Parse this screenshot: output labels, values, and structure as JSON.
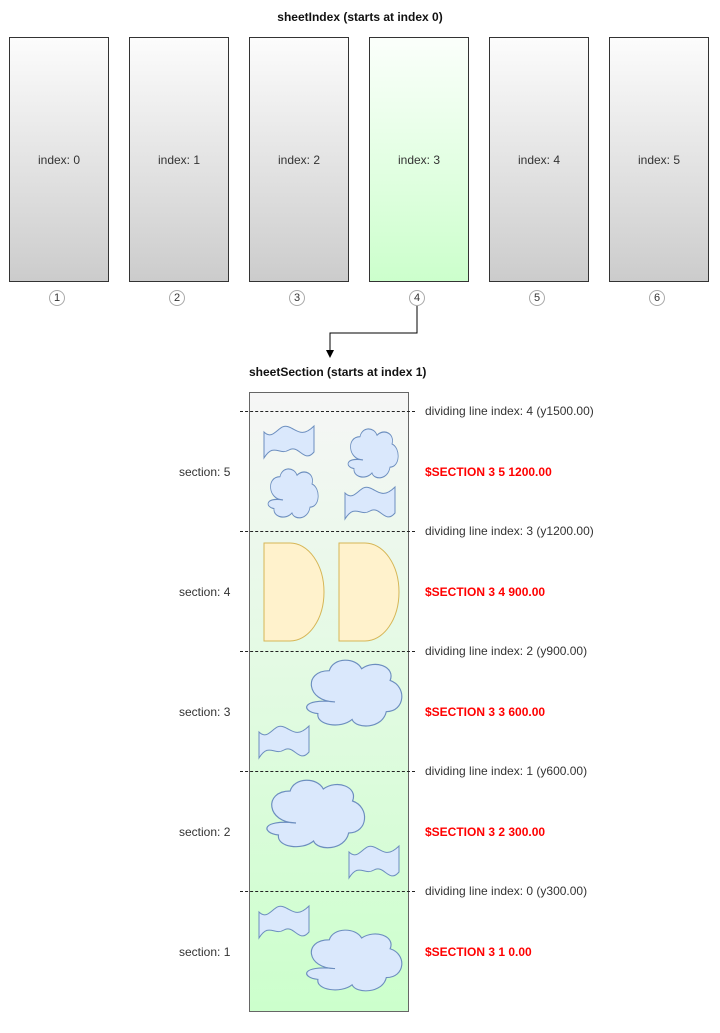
{
  "sheet_index": {
    "title": "sheetIndex (starts at index 0)",
    "sheets": [
      {
        "label": "index: 0",
        "number": "1"
      },
      {
        "label": "index: 1",
        "number": "2"
      },
      {
        "label": "index: 2",
        "number": "3"
      },
      {
        "label": "index: 3",
        "number": "4"
      },
      {
        "label": "index: 4",
        "number": "5"
      },
      {
        "label": "index: 5",
        "number": "6"
      }
    ]
  },
  "sheet_section": {
    "title": "sheetSection (starts at index 1)",
    "sections": [
      {
        "label": "section: 5",
        "code": "$SECTION 3 5 1200.00"
      },
      {
        "label": "section: 4",
        "code": "$SECTION 3 4 900.00"
      },
      {
        "label": "section: 3",
        "code": "$SECTION 3 3 600.00"
      },
      {
        "label": "section: 2",
        "code": "$SECTION 3 2 300.00"
      },
      {
        "label": "section: 1",
        "code": "$SECTION 3 1 0.00"
      }
    ],
    "dividing_lines": [
      "dividing line index: 4 (y1500.00)",
      "dividing line index: 3 (y1200.00)",
      "dividing line index: 2 (y900.00)",
      "dividing line index: 1 (y600.00)",
      "dividing line index: 0 (y300.00)"
    ]
  },
  "colors": {
    "code_text": "#ff0000",
    "active_sheet": "#ccffcc",
    "cloud_fill": "#dae8fc",
    "cloud_stroke": "#6c8ebf",
    "half_circle_fill": "#fff2cc",
    "half_circle_stroke": "#d6b656"
  }
}
